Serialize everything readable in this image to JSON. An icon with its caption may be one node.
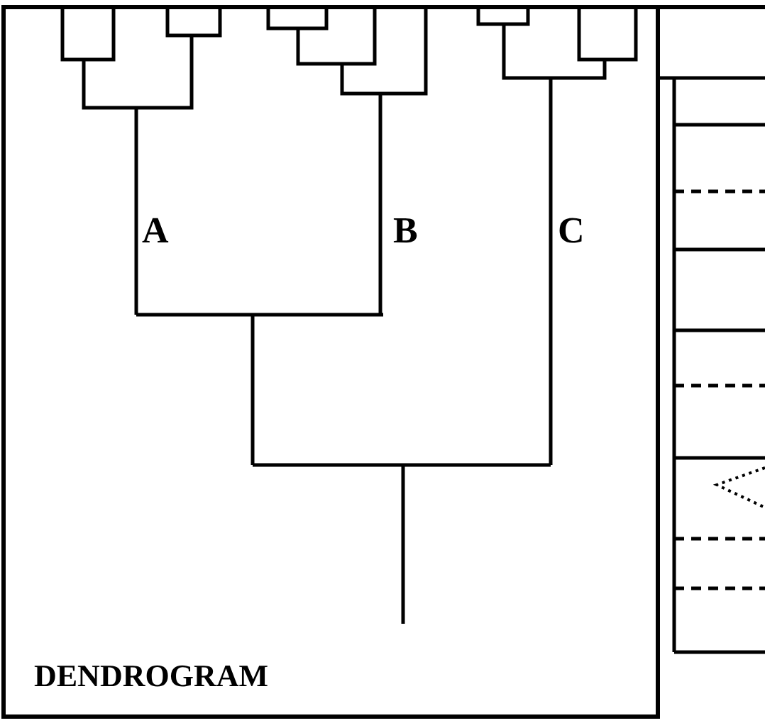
{
  "diagram": {
    "nodes": [
      {
        "text": [
          "DENDROGRAM"
        ]
      }
    ],
    "labels": [
      "A",
      "B",
      "C"
    ]
  }
}
